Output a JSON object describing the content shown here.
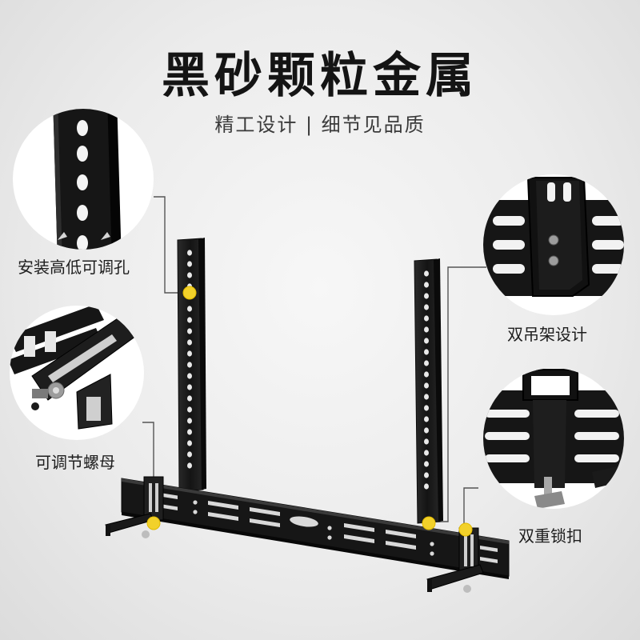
{
  "header": {
    "title": "黑砂颗粒金属",
    "subtitle": "精工设计 | 细节见品质"
  },
  "callouts": [
    {
      "label": "安装高低可调孔"
    },
    {
      "label": "可调节螺母"
    },
    {
      "label": "双吊架设计"
    },
    {
      "label": "双重锁扣"
    }
  ],
  "colors": {
    "metal": "#1a1a1a",
    "metal_highlight": "#3a3a3a",
    "marker": "#f2d12a",
    "background": "#ececec"
  }
}
